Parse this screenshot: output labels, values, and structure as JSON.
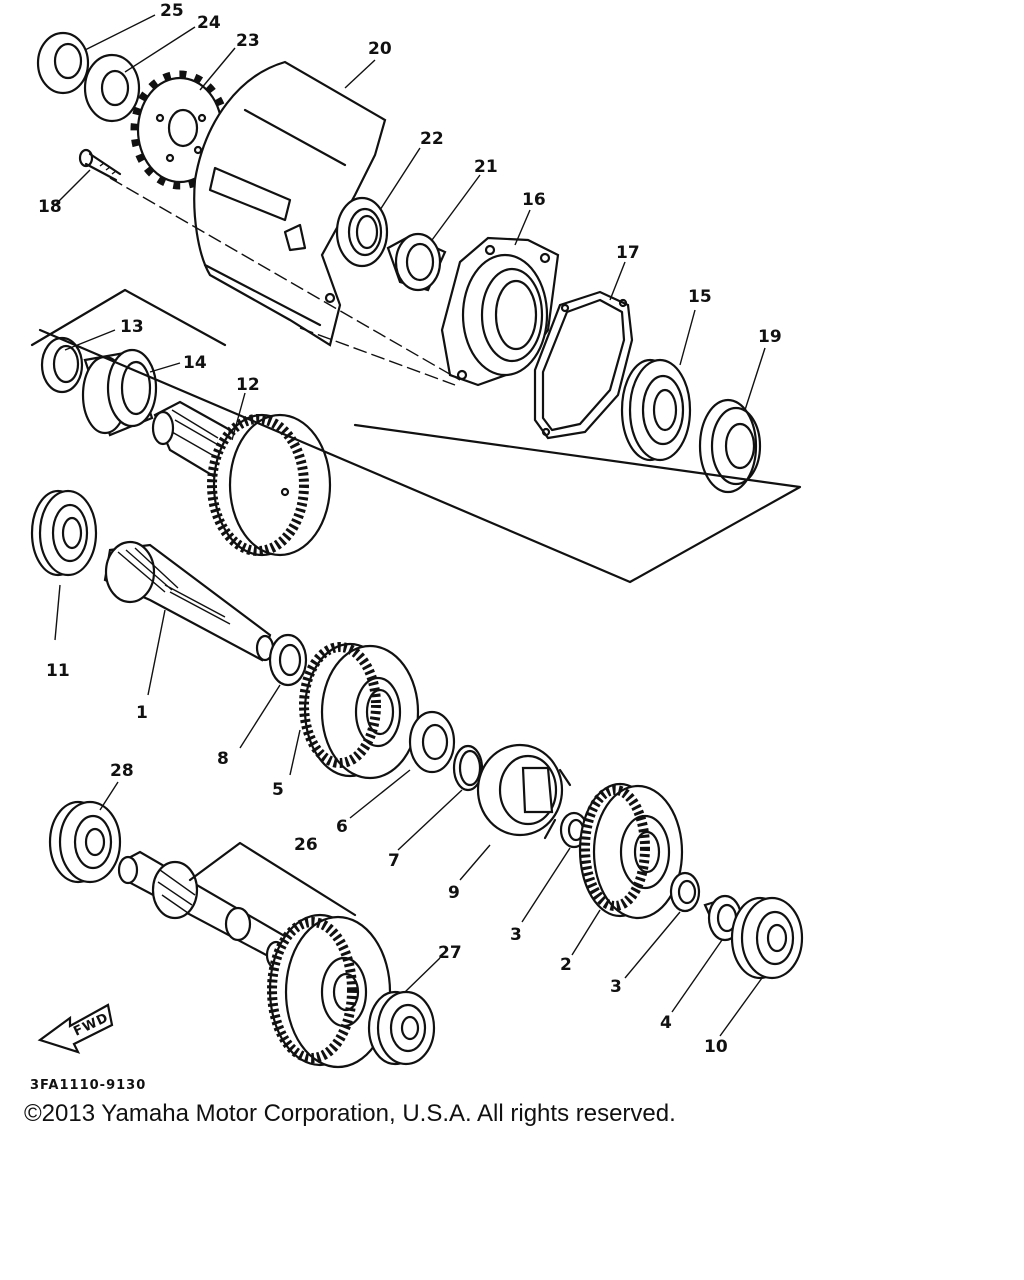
{
  "callouts": {
    "c1": "1",
    "c2": "2",
    "c3a": "3",
    "c3b": "3",
    "c4": "4",
    "c5": "5",
    "c6": "6",
    "c7": "7",
    "c8": "8",
    "c9": "9",
    "c10": "10",
    "c11": "11",
    "c12": "12",
    "c13": "13",
    "c14": "14",
    "c15": "15",
    "c16": "16",
    "c17": "17",
    "c18": "18",
    "c19": "19",
    "c20": "20",
    "c21": "21",
    "c22": "22",
    "c23": "23",
    "c24": "24",
    "c25": "25",
    "c26": "26",
    "c27": "27",
    "c28": "28"
  },
  "fwd_label": "FWD",
  "diagram_code": "3FA1110-9130",
  "copyright": "©2013 Yamaha Motor Corporation, U.S.A. All rights reserved."
}
